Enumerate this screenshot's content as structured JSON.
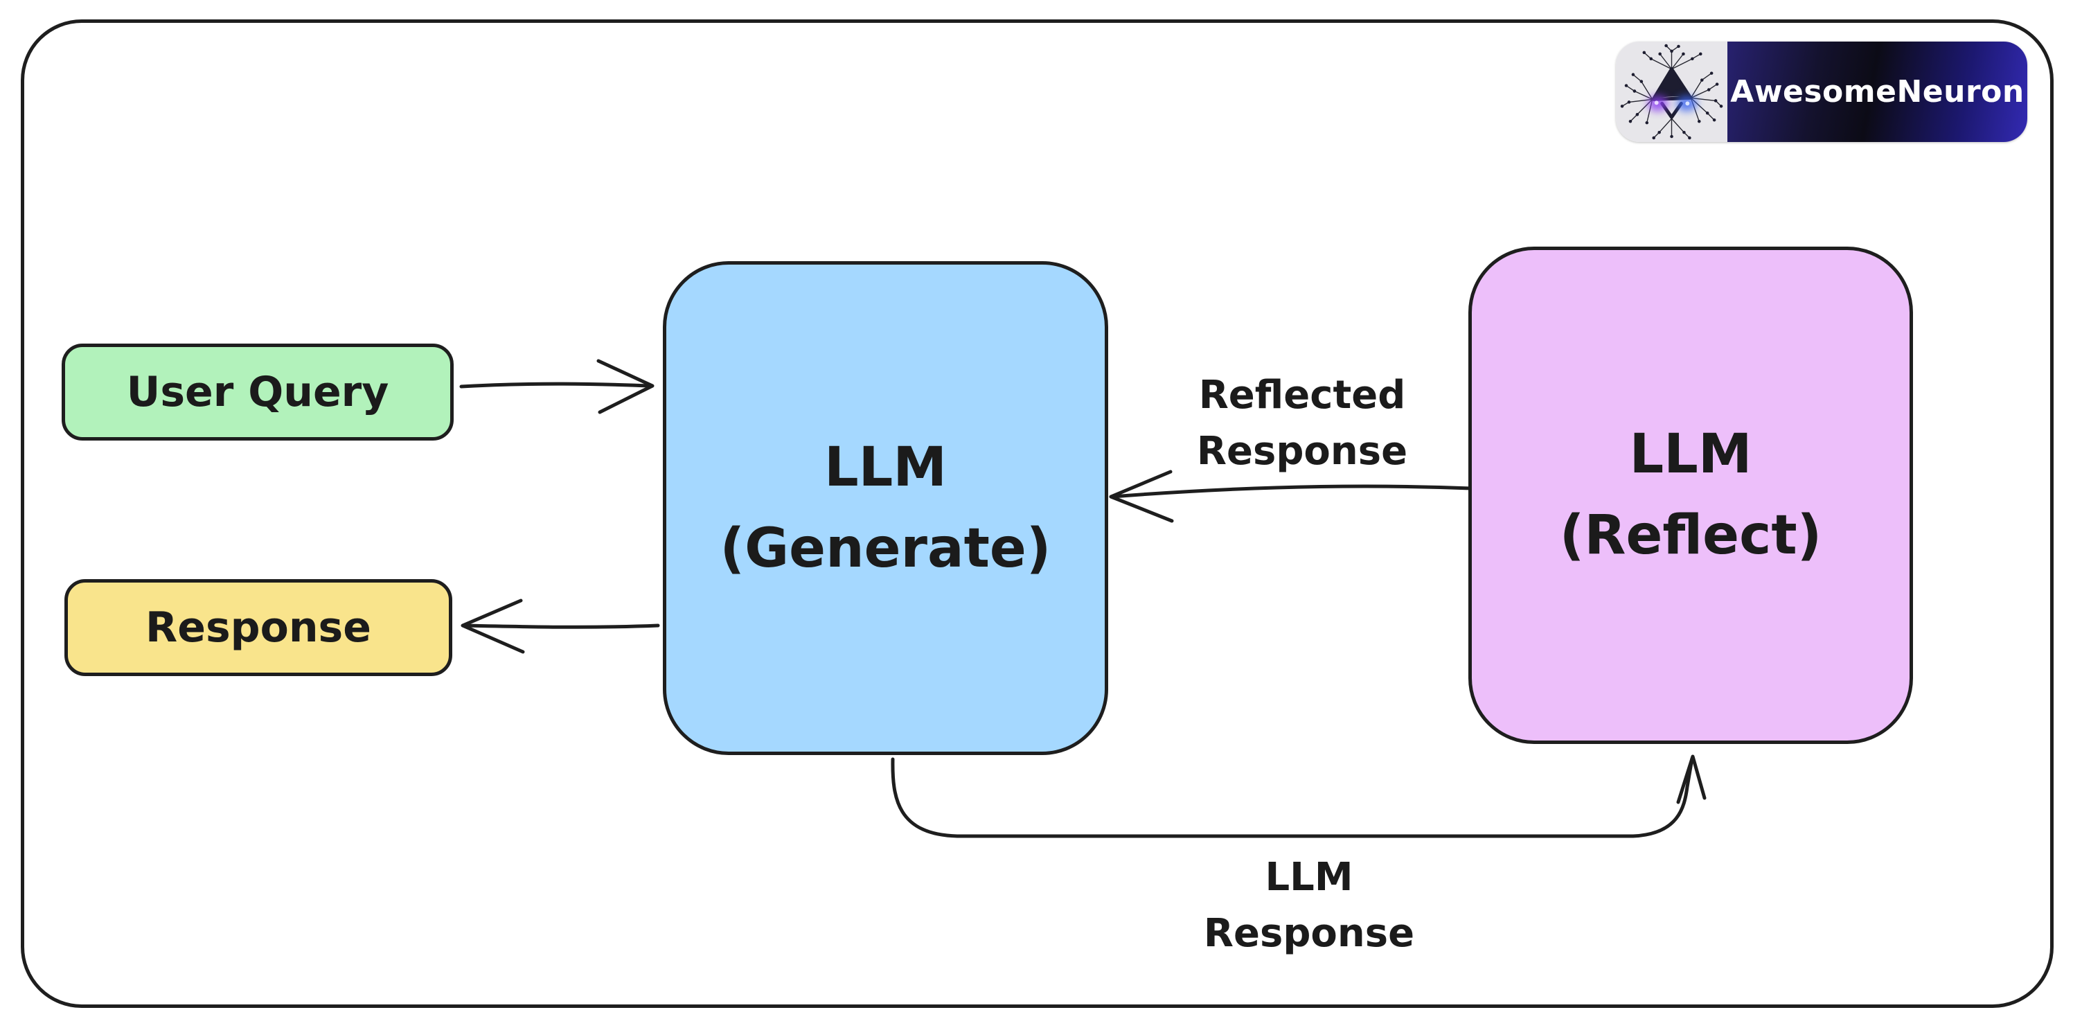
{
  "canvas": {
    "background": "#ffffff",
    "stroke_color": "#1e1e1e"
  },
  "logo": {
    "brand": "AwesomeNeuron",
    "text_color": "#ffffff",
    "bar_gradient": [
      "#27216f",
      "#0c0b16",
      "#332ab3"
    ],
    "image_bg": "#e7e6ea",
    "image_description": "neuron-network-illustration"
  },
  "nodes": {
    "user_query": {
      "label": "User Query",
      "fill": "#b2f2bb"
    },
    "response": {
      "label": "Response",
      "fill": "#f9e48c"
    },
    "generate": {
      "label1": "LLM",
      "label2": "(Generate)",
      "fill": "#a5d8ff"
    },
    "reflect": {
      "label1": "LLM",
      "label2": "(Reflect)",
      "fill": "#edbffa"
    }
  },
  "edges": {
    "user_query_to_generate": {
      "from": "User Query",
      "to": "LLM (Generate)"
    },
    "generate_to_response": {
      "from": "LLM (Generate)",
      "to": "Response"
    },
    "reflect_to_generate": {
      "from": "LLM (Reflect)",
      "to": "LLM (Generate)",
      "label1": "Reflected",
      "label2": "Response"
    },
    "generate_to_reflect": {
      "from": "LLM (Generate)",
      "to": "LLM (Reflect)",
      "label1": "LLM",
      "label2": "Response"
    }
  }
}
